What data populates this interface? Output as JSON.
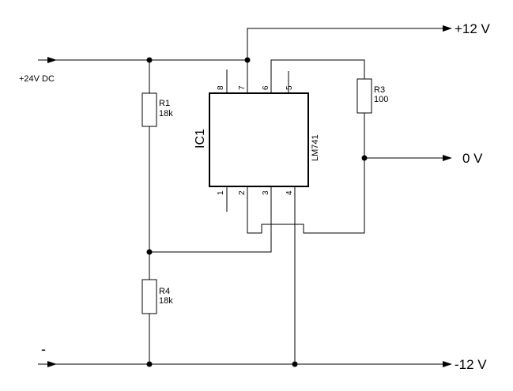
{
  "terminals": {
    "vcc_plus": "+12 V",
    "zero": "0 V",
    "vcc_minus": "-12 V",
    "input_plus": "+24V DC",
    "input_minus": "-"
  },
  "ic": {
    "ref": "IC1",
    "part": "LM741",
    "pins_top": [
      "8",
      "7",
      "6",
      "5"
    ],
    "pins_bottom": [
      "1",
      "2",
      "3",
      "4"
    ]
  },
  "resistors": [
    {
      "ref": "R1",
      "value": "18k"
    },
    {
      "ref": "R4",
      "value": "18k"
    },
    {
      "ref": "R3",
      "value": "100"
    }
  ]
}
